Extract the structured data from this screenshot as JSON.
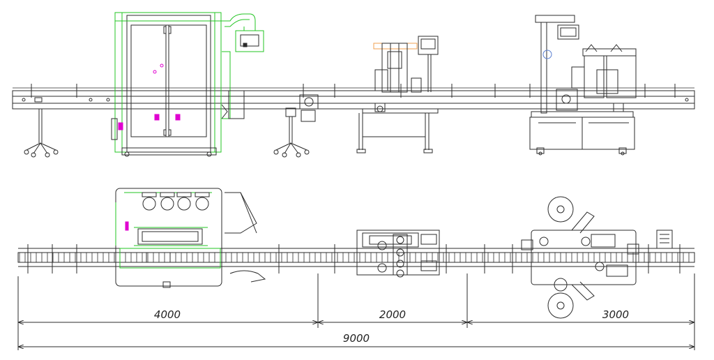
{
  "colors": {
    "line": "#2b2b2b",
    "green": "#23c423",
    "magenta": "#e000d0",
    "accent_blue": "#5a7fd0",
    "orange": "#f0a050",
    "watermark": "#b8cbe6"
  },
  "dimensions": {
    "segment_1": "4000",
    "segment_2": "2000",
    "segment_3": "3000",
    "total": "9000"
  }
}
